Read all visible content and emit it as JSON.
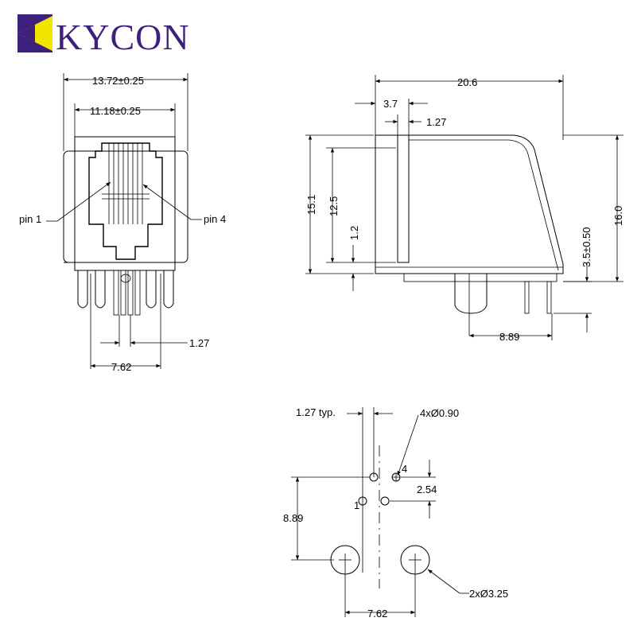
{
  "logo": {
    "brand": "KYCON",
    "colors": {
      "purple": "#3d1f7c",
      "yellow": "#f2e600"
    }
  },
  "front_view": {
    "width_outer": "13.72±0.25",
    "width_inner": "11.18±0.25",
    "pin1": "pin 1",
    "pin4": "pin 4",
    "pitch": "1.27",
    "pin_span": "7.62"
  },
  "side_view": {
    "length": "20.6",
    "offset": "3.7",
    "thickness": "1.27",
    "height_body": "15.1",
    "height_opening": "12.5",
    "lip": "1.2",
    "post_length": "3.5±0.50",
    "total_height": "16.0",
    "post_span": "8.89"
  },
  "footprint": {
    "pitch_typ": "1.27 typ.",
    "hole_small": "4xØ0.90",
    "pin4": "4",
    "pin1": "1",
    "row_spacing": "2.54",
    "vertical_offset": "8.89",
    "post_span": "7.62",
    "hole_large": "2xØ3.25"
  }
}
